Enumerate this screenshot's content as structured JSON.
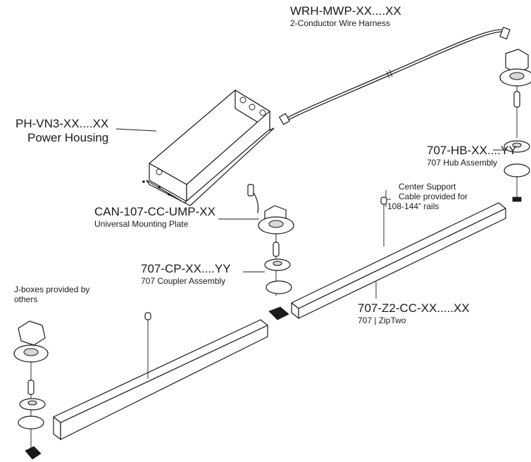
{
  "labels": {
    "harness": {
      "code": "WRH-MWP-XX....XX",
      "desc": "2-Conductor Wire Harness"
    },
    "power": {
      "code": "PH-VN3-XX....XX",
      "desc": "Power Housing"
    },
    "hub": {
      "code": "707-HB-XX....YY",
      "desc": "707 Hub Assembly"
    },
    "center_support": {
      "line1": "Center Support",
      "line2": "Cable provided for",
      "line3": "108-144” rails"
    },
    "mounting_plate": {
      "code": "CAN-107-CC-UMP-XX",
      "desc": "Universal Mounting Plate"
    },
    "coupler": {
      "code": "707-CP-XX....YY",
      "desc": "707 Coupler Assembly"
    },
    "jbox": {
      "line1": "J-boxes provided by",
      "line2": "others"
    },
    "zip": {
      "code": "707-Z2-CC-XX.....XX",
      "desc": "707 | ZipTwo"
    }
  }
}
